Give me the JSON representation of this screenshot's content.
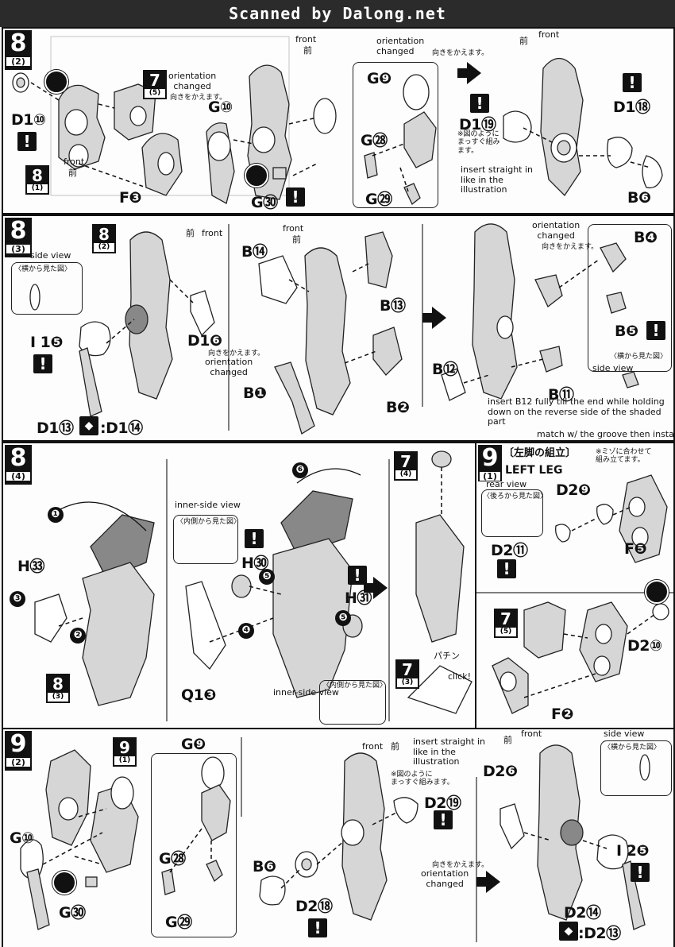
{
  "header": "Scanned by Dalong.net",
  "p1": {
    "step": "8",
    "sub": "(2)",
    "ref7": {
      "n": "7",
      "s": "(5)"
    },
    "ref8": {
      "n": "8",
      "s": "(1)"
    },
    "orientation": "orientation\nchanged",
    "orientation_jp": "向きをかえます。",
    "front": "front",
    "front_jp": "前",
    "parts": {
      "d110": "D1⑩",
      "f3": "F❸",
      "g10": "G⑩",
      "g30": "G㉚",
      "g9": "G❾",
      "g28": "G㉘",
      "g29": "G㉙",
      "d119": "D1⑲",
      "d118": "D1⑱",
      "b6": "B❻"
    },
    "orientation2": "orientation\nchanged",
    "orientation2_jp": "向きをかえます。",
    "front2": "front",
    "front2_jp": "前",
    "note_jp": "※図のように\nまっすぐ組み\nます。",
    "note_en": "insert straight in\nlike in the\nillustration"
  },
  "p2": {
    "step": "8",
    "sub": "(3)",
    "ref8": {
      "n": "8",
      "s": "(2)"
    },
    "side_view": "side view",
    "side_view_jp": "〈横から見た図〉",
    "parts": {
      "i15": "I 1❺",
      "d16": "D1❻",
      "d113": "D1⑬",
      "d114": ":D1⑭",
      "b14": "B⑭",
      "b13": "B⑬",
      "b1": "B❶",
      "b2": "B❷",
      "b4": "B❹",
      "b5": "B❺",
      "b12": "B⑫",
      "b11": "B⑪"
    },
    "front": "front",
    "front_jp": "前",
    "front2": "front",
    "front2_jp": "前",
    "orientation": "orientation\nchanged",
    "orientation_jp": "向きをかえます。",
    "orientation2": "orientation\nchanged",
    "orientation2_jp": "向きをかえます。",
    "side_view2_jp": "〈横から見た図〉",
    "side_view2": "side view",
    "note_en": "insert B12 fully till the end while holding\ndown on the reverse side of the shaded\npart"
  },
  "p3": {
    "step": "8",
    "sub": "(4)",
    "ref8": {
      "n": "8",
      "s": "(3)"
    },
    "ref7a": {
      "n": "7",
      "s": "(4)"
    },
    "ref7b": {
      "n": "7",
      "s": "(3)"
    },
    "parts": {
      "h33": "H㉝",
      "h30": "H㉚",
      "h31": "H㉛",
      "q13": "Q1❸"
    },
    "inner_view": "inner-side view",
    "inner_view_jp": "〈内側から見た図〉",
    "inner_view2": "inner-side view",
    "inner_view2_jp": "〈内側から見た図〉",
    "click_jp": "パチン",
    "click": "click!",
    "nums": [
      "❶",
      "❷",
      "❸",
      "❹",
      "❺",
      "❺",
      "❻"
    ]
  },
  "p4": {
    "step": "9",
    "sub": "(1)",
    "title_jp": "〔左脚の組立〕",
    "title_en": "LEFT LEG",
    "top_note_en": "match w/ the groove then install",
    "note_jp": "※ミゾに合わせて\n組み立てます。",
    "rear_view": "rear view",
    "rear_view_jp": "〈後ろから見た図〉",
    "ref7": {
      "n": "7",
      "s": "(5)"
    },
    "parts": {
      "d29": "D2❾",
      "d211": "D2⑪",
      "f5": "F❺",
      "d210": "D2⑩",
      "f2": "F❷"
    }
  },
  "p5": {
    "step": "9",
    "sub": "(2)",
    "ref9": {
      "n": "9",
      "s": "(1)"
    },
    "parts": {
      "g10": "G⑩",
      "g9": "G❾",
      "g28": "G㉘",
      "g29": "G㉙",
      "g30": "G㉚",
      "b6": "B❻",
      "d218": "D2⑱",
      "d219": "D2⑲",
      "d26": "D2❻",
      "i25": "I 2❺",
      "d214": "D2⑭",
      "d213": ":D2⑬"
    },
    "front": "front",
    "front_jp": "前",
    "note_en": "insert straight in\nlike in the\nillustration",
    "note_jp": "※図のように\nまっすぐ組みます。",
    "orientation": "orientation\nchanged",
    "orientation_jp": "向きをかえます。",
    "front2": "front",
    "front2_jp": "前",
    "side_view": "side view",
    "side_view_jp": "〈横から見た図〉"
  }
}
